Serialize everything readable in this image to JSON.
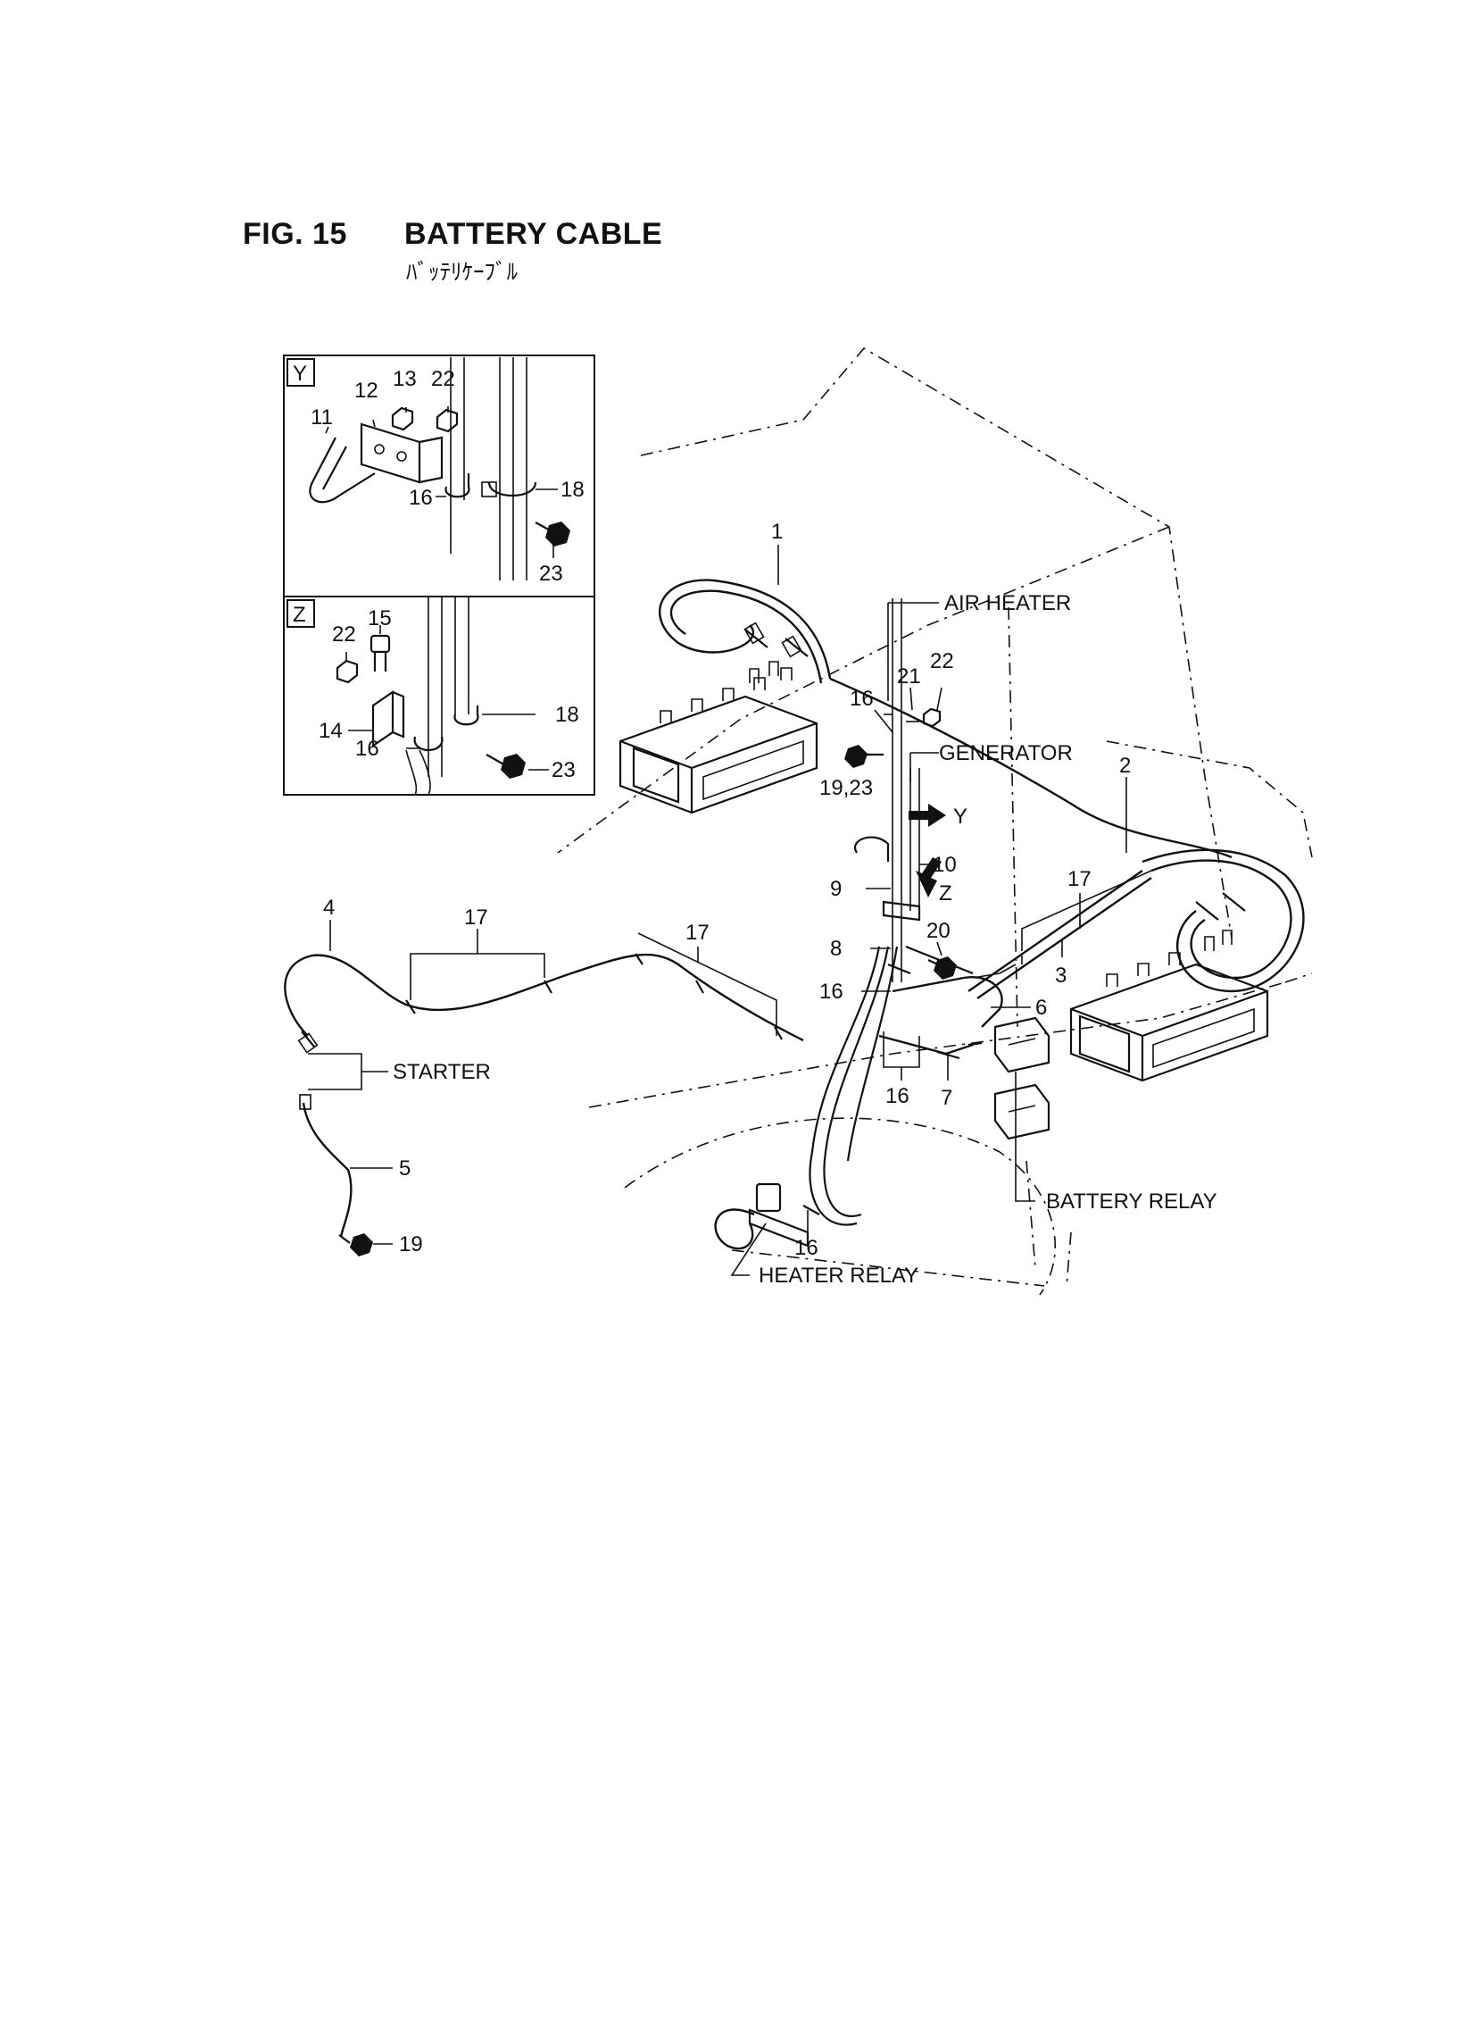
{
  "figure": {
    "number": "FIG. 15",
    "title": "BATTERY CABLE",
    "title_jp": "ﾊﾞｯﾃﾘｹｰﾌﾞﾙ"
  },
  "detail_y": {
    "tag": "Y",
    "callouts": [
      "11",
      "12",
      "13",
      "22",
      "16",
      "18",
      "23"
    ]
  },
  "detail_z": {
    "tag": "Z",
    "callouts": [
      "15",
      "22",
      "14",
      "16",
      "18",
      "23"
    ]
  },
  "labels": {
    "air_heater": "AIR HEATER",
    "generator": "GENERATOR",
    "starter": "STARTER",
    "battery_relay": "BATTERY RELAY",
    "heater_relay": "HEATER RELAY",
    "arrow_y": "Y",
    "arrow_z": "Z"
  },
  "callouts": {
    "c1": "1",
    "c2": "2",
    "c3": "3",
    "c4": "4",
    "c5": "5",
    "c6": "6",
    "c7": "7",
    "c8": "8",
    "c9": "9",
    "c10": "10",
    "c16a": "16",
    "c16b": "16",
    "c16c": "16",
    "c16d": "16",
    "c17a": "17",
    "c17b": "17",
    "c17c": "17",
    "c19": "19",
    "c1923": "19,23",
    "c20": "20",
    "c21": "21",
    "c22": "22"
  }
}
